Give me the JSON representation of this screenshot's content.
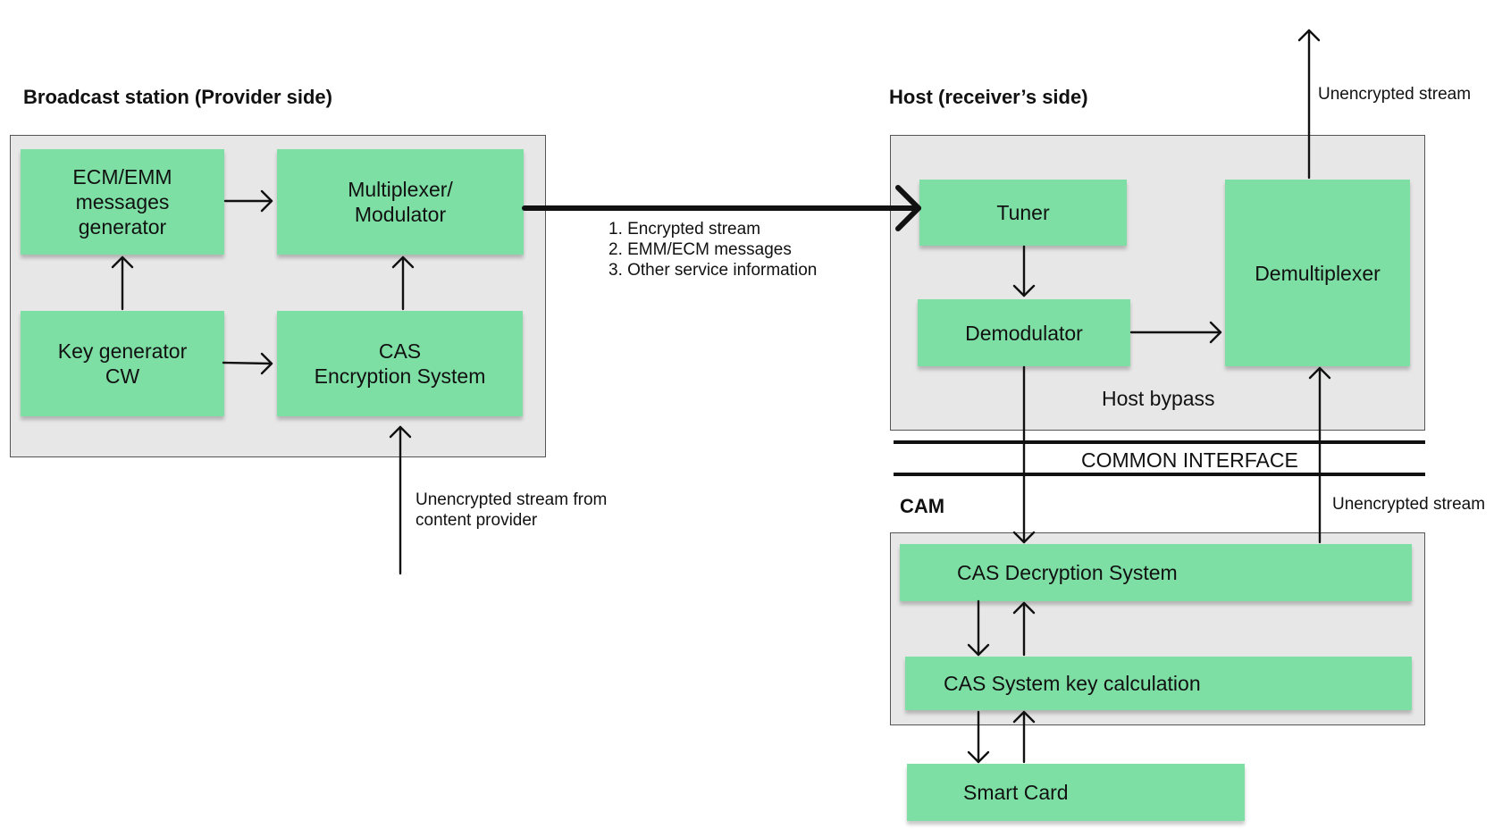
{
  "provider": {
    "title": "Broadcast station (Provider side)",
    "ecm_emm": "ECM/EMM\nmessages\ngenerator",
    "multiplexer": "Multiplexer/\nModulator",
    "key_generator": "Key generator\nCW",
    "cas_encryption": "CAS\nEncryption System",
    "input_label": "Unencrypted stream from\ncontent provider"
  },
  "link": {
    "label": "1. Encrypted stream\n2. EMM/ECM messages\n3. Other service information"
  },
  "host": {
    "title": "Host (receiver’s side)",
    "tuner": "Tuner",
    "demodulator": "Demodulator",
    "demultiplexer": "Demultiplexer",
    "bypass": "Host bypass",
    "output_label": "Unencrypted stream"
  },
  "common_interface": {
    "label": "COMMON INTERFACE"
  },
  "cam": {
    "title": "CAM",
    "decryption": "CAS  Decryption System",
    "key_calculation": "CAS  System key calculation",
    "return_label": "Unencrypted stream"
  },
  "smart_card": {
    "label": "Smart Card"
  }
}
